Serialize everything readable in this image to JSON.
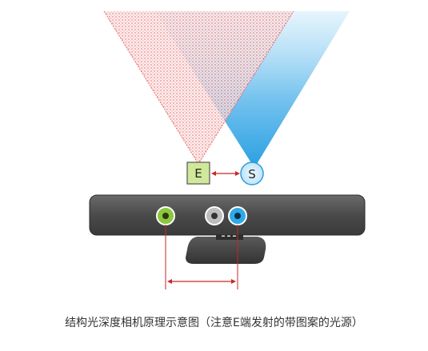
{
  "diagram": {
    "emitter_label": "E",
    "sensor_label": "S",
    "caption": "结构光深度相机原理示意图（注意E端发射的带图案的光源）"
  },
  "colors": {
    "emitter_fill": "#cfe89a",
    "sensor_fill": "#d9f0ff",
    "sensor_stroke": "#2f9ad8",
    "pattern_red": "#e86a6a",
    "beam_blue": "#3aa8e6",
    "camera_body": "#4a4a4a",
    "lens_green": "#8dc63f",
    "lens_gray": "#bdbdbd",
    "lens_blue": "#31a9e6",
    "measure_line": "#c62828"
  },
  "icons": {
    "emitter": "emitter-box-icon",
    "sensor": "sensor-circle-icon",
    "device": "depth-camera-icon"
  }
}
